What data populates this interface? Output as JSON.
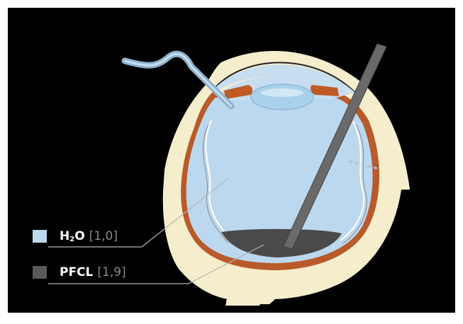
{
  "legend": {
    "items": [
      {
        "label_main": "H",
        "label_sub": "2",
        "label_tail": "O",
        "value": "[1,0]",
        "color": "#bcd8ee"
      },
      {
        "label_main": "PFCL",
        "label_sub": "",
        "label_tail": "",
        "value": "[1,9]",
        "color": "#5a5a5a"
      }
    ]
  },
  "colors": {
    "background": "#000000",
    "sclera": "#f6edcc",
    "retina_choroid": "#b85a2a",
    "vitreous_h2o": "#bcd8ee",
    "pfcl": "#4a4a4a",
    "instrument": "#6a6a6a",
    "cannula": "#8fb2cc"
  }
}
